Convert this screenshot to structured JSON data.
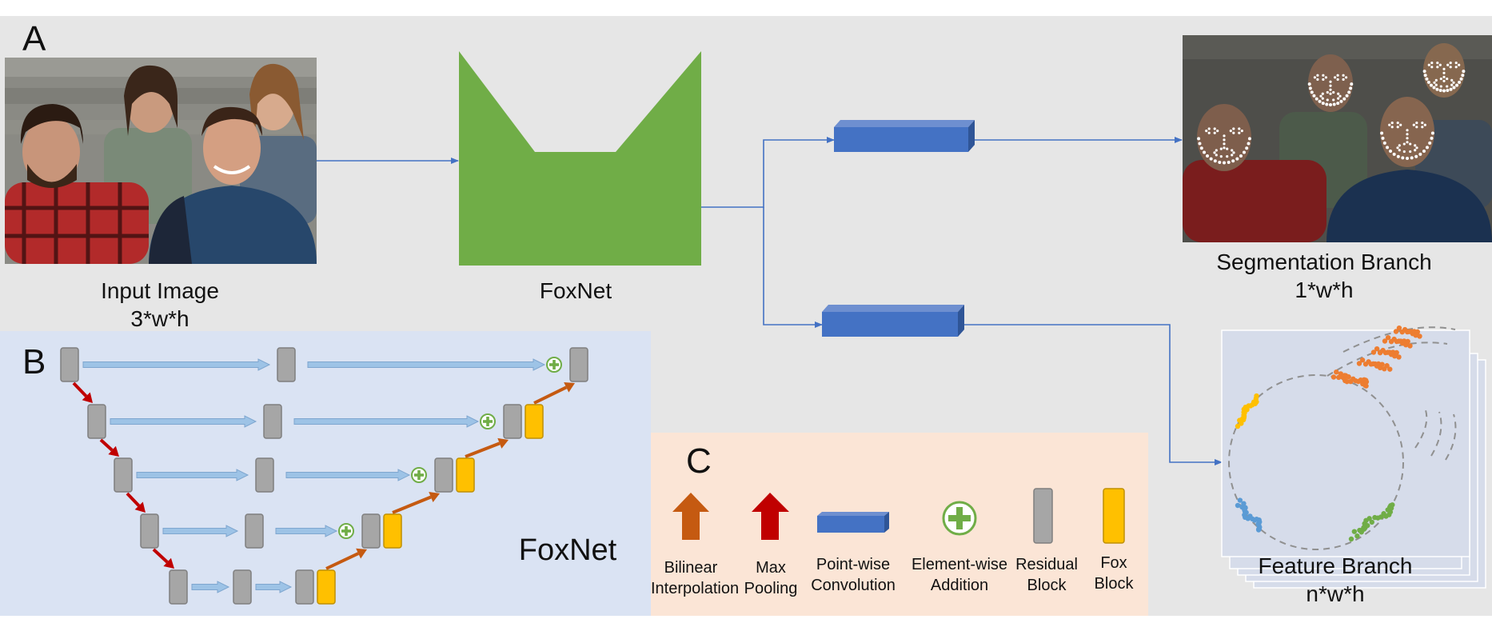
{
  "panels": {
    "a": {
      "letter": "A"
    },
    "b": {
      "letter": "B",
      "title": "FoxNet"
    },
    "c": {
      "letter": "C"
    }
  },
  "input": {
    "title": "Input Image",
    "dims": "3*w*h"
  },
  "foxnet": {
    "title": "FoxNet"
  },
  "segmentation": {
    "title": "Segmentation Branch",
    "dims": "1*w*h"
  },
  "feature": {
    "title": "Feature Branch",
    "dims": "n*w*h"
  },
  "legend": {
    "bilinear": {
      "line1": "Bilinear",
      "line2": "Interpolation"
    },
    "maxpool": {
      "line1": "Max",
      "line2": "Pooling"
    },
    "pointwise": {
      "line1": "Point-wise",
      "line2": "Convolution"
    },
    "addition": {
      "line1": "Element-wise",
      "line2": "Addition"
    },
    "residual": {
      "line1": "Residual",
      "line2": "Block"
    },
    "fox": {
      "line1": "Fox",
      "line2": "Block"
    }
  },
  "colors": {
    "panel_a_bg": "#e6e6e6",
    "panel_b_bg": "#dae3f3",
    "panel_c_bg": "#fbe5d6",
    "foxnet_green": "#70ad47",
    "conv_blue": "#4472c4",
    "skip_arrow": "#9dc3e6",
    "maxpool_red": "#c00000",
    "upsample_orange": "#c55a11",
    "residual_gray": "#a6a6a6",
    "fox_yellow": "#ffc000",
    "add_green": "#70ad47",
    "cluster_orange": "#ed7d31",
    "cluster_yellow": "#ffc000",
    "cluster_blue": "#5b9bd5",
    "cluster_green": "#70ad47"
  }
}
